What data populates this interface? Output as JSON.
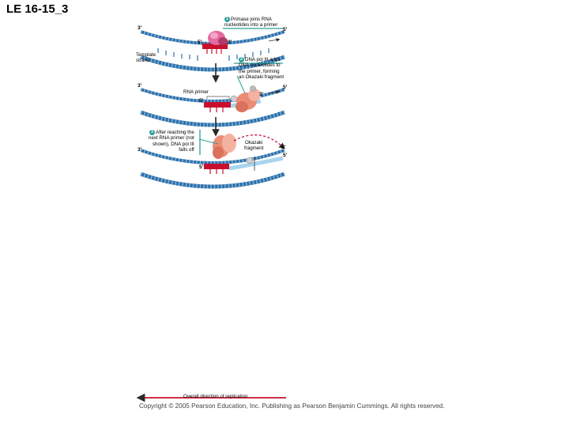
{
  "slide": {
    "title": "LE 16-15_3"
  },
  "labels": {
    "step1_number": "1",
    "step1_text": "Primase joins RNA\nnucleotides into a primer",
    "template_strand": "Template\nstrand",
    "step2_number": "2",
    "step2_text": "DNA pol III adds\nDNA nucleotides to\nthe primer, forming\nan Okazaki fragment",
    "rna_primer": "RNA primer",
    "step3_number": "3",
    "step3_text": "After reaching the\nnext RNA primer (not\nshown), DNA pol III\nfalls off",
    "okazaki_fragment": "Okazaki\nfragment"
  },
  "strand_ends": {
    "five_prime": "5′",
    "three_prime": "3′"
  },
  "footer": {
    "direction_label": "Overall direction of replication",
    "copyright": "Copyright © 2005 Pearson Education, Inc. Publishing as Pearson Benjamin Cummings. All rights reserved."
  },
  "colors": {
    "template_blue": "#2f6fa8",
    "template_light": "#7fb3d9",
    "okazaki_light_blue": "#a9d4ee",
    "primer_red": "#c8102e",
    "primase_pink": "#e46aa0",
    "pol3_salmon": "#ec8c76",
    "step_teal": "#2a9f9a",
    "arrow_red": "#c8102e"
  },
  "icons": {
    "primase": "primase-enzyme-icon",
    "dna_pol_iii": "dna-polymerase-iii-icon"
  }
}
